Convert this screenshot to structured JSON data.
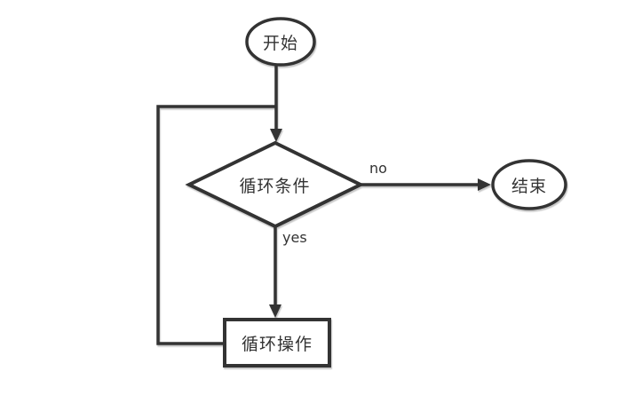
{
  "colors": {
    "background": "#ffffff",
    "stroke": "#333333",
    "text": "#333333"
  },
  "flowchart": {
    "nodes": {
      "start": {
        "type": "terminator",
        "label": "开始"
      },
      "condition": {
        "type": "decision",
        "label": "循环条件"
      },
      "end": {
        "type": "terminator",
        "label": "结束"
      },
      "operation": {
        "type": "process",
        "label": "循环操作"
      }
    },
    "edges": {
      "start_to_condition": {
        "label": ""
      },
      "condition_to_end": {
        "label": "no"
      },
      "condition_to_operation": {
        "label": "yes"
      },
      "operation_loopback": {
        "label": ""
      }
    }
  }
}
